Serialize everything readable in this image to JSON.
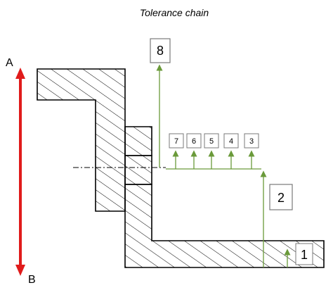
{
  "diagram": {
    "title": "Tolerance chain",
    "axis": {
      "top_label": "A",
      "bottom_label": "B",
      "color": "#e01b1b"
    },
    "dimensions": {
      "dim_8": "8",
      "dim_7": "7",
      "dim_6": "6",
      "dim_5": "5",
      "dim_4": "4",
      "dim_3": "3",
      "dim_2": "2",
      "dim_1": "1"
    },
    "colors": {
      "outline": "#000000",
      "hatch": "#000000",
      "dimension_line": "#6a9a3a",
      "box_border": "#7a7a7a"
    }
  }
}
